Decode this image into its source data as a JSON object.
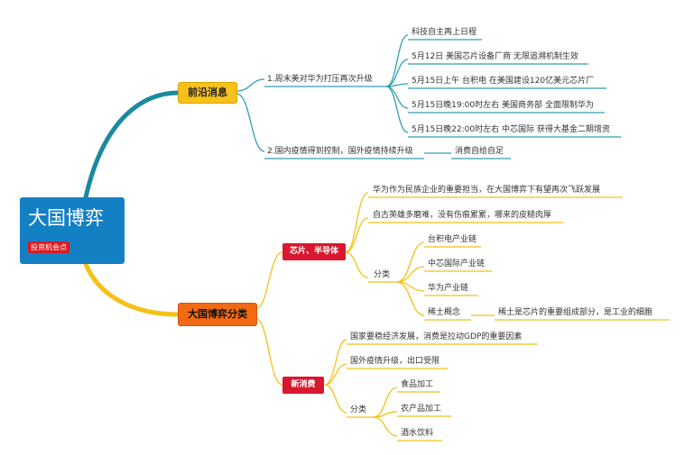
{
  "root": {
    "title": "大国博弈",
    "tag": "投资机会点"
  },
  "branch1": {
    "label": "前沿消息",
    "item1": {
      "label": "1.周末美对华为打压再次升级",
      "leaves": [
        "科技自主再上日程",
        "5月12日 美国芯片设备厂商 无限追溯机制生效",
        "5月15日上午 台积电 在美国建设120亿美元芯片厂",
        "5月15日晚19:00时左右 美国商务部 全面限制华为",
        "5月15日晚22:00时左右 中芯国际 获得大基金二期增资"
      ]
    },
    "item2": {
      "label": "2.国内疫情得到控制，国外疫情持续升级",
      "leaf": "消费自给自足"
    }
  },
  "branch2": {
    "label": "大国博弈分类",
    "sub1": {
      "label": "芯片、半导体",
      "item1": "华为作为民族企业的重要担当，在大国博弈下有望再次飞跃发展",
      "item2": "自古英雄多磨难，没有伤痕累累，哪来的皮糙肉厚",
      "category": "分类",
      "cat_items": [
        "台积电产业链",
        "中芯国际产业链",
        "华为产业链",
        "稀土概念"
      ],
      "rare_earth_note": "稀土是芯片的重要组成部分，是工业的细胞"
    },
    "sub2": {
      "label": "新消费",
      "item1": "国家要稳经济发展，消费是拉动GDP的重要因素",
      "item2": "国外疫情升级，出口受限",
      "category": "分类",
      "cat_items": [
        "食品加工",
        "农产品加工",
        "酒水饮料"
      ]
    }
  },
  "colors": {
    "root": "#1480c4",
    "branch_teal": "#1a8aa0",
    "branch_yellow": "#f4c116",
    "branch_yellow_fill": "#f7c11b",
    "branch_orange_fill": "#f36a13",
    "sub_red": "#d8182f",
    "connector_teal": "#2f9fb5",
    "connector_gold": "#f4c116"
  }
}
